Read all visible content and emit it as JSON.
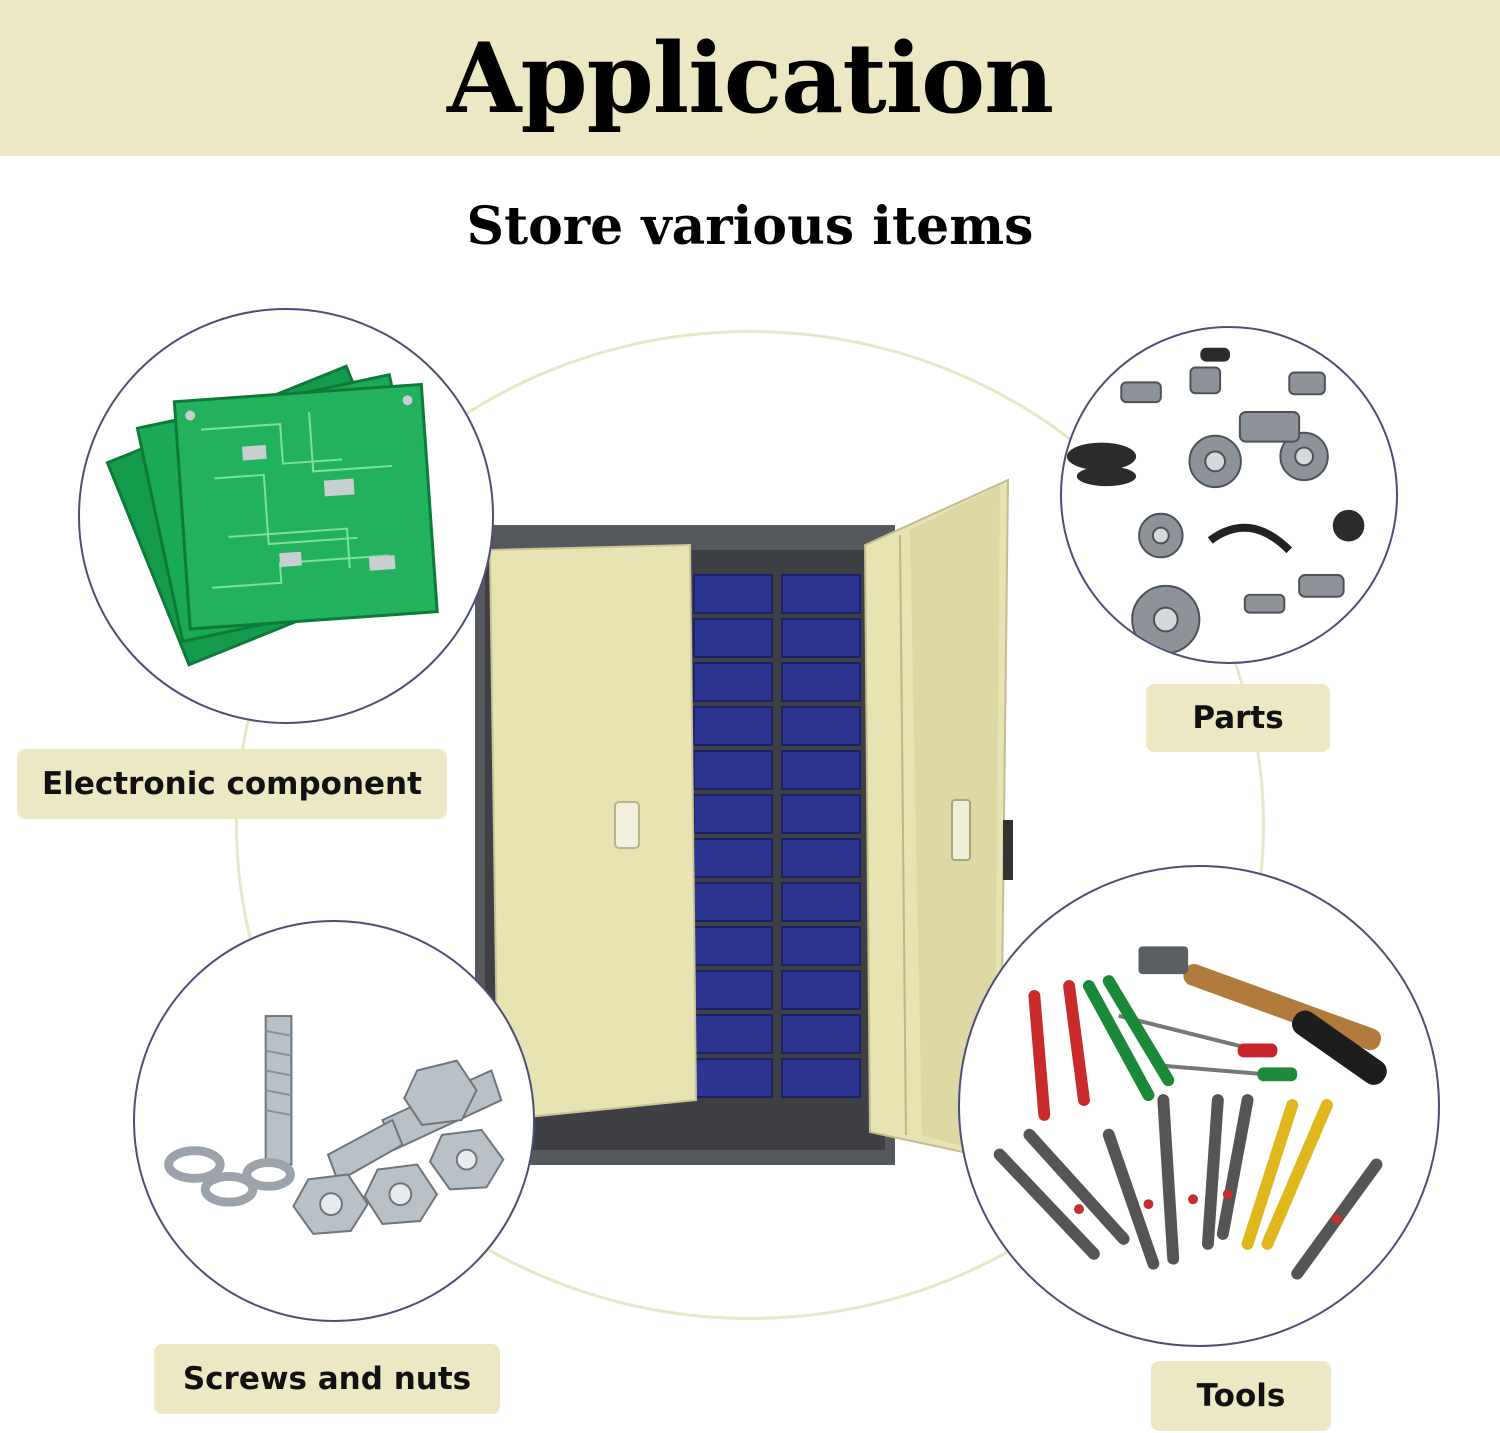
{
  "header": {
    "title": "Application"
  },
  "subtitle": "Store various items",
  "categories": {
    "electronic": {
      "label": "Electronic component",
      "icon": "circuit-board-icon"
    },
    "parts": {
      "label": "Parts",
      "icon": "auto-parts-icon"
    },
    "screws": {
      "label": "Screws and nuts",
      "icon": "bolts-nuts-icon"
    },
    "tools": {
      "label": "Tools",
      "icon": "hand-tools-icon"
    }
  },
  "colors": {
    "banner": "#ece8c4",
    "circle_border": "#4c4f7a",
    "cabinet_door": "#e8e3b2",
    "cabinet_frame": "#55585c",
    "bin": "#2c3590"
  }
}
